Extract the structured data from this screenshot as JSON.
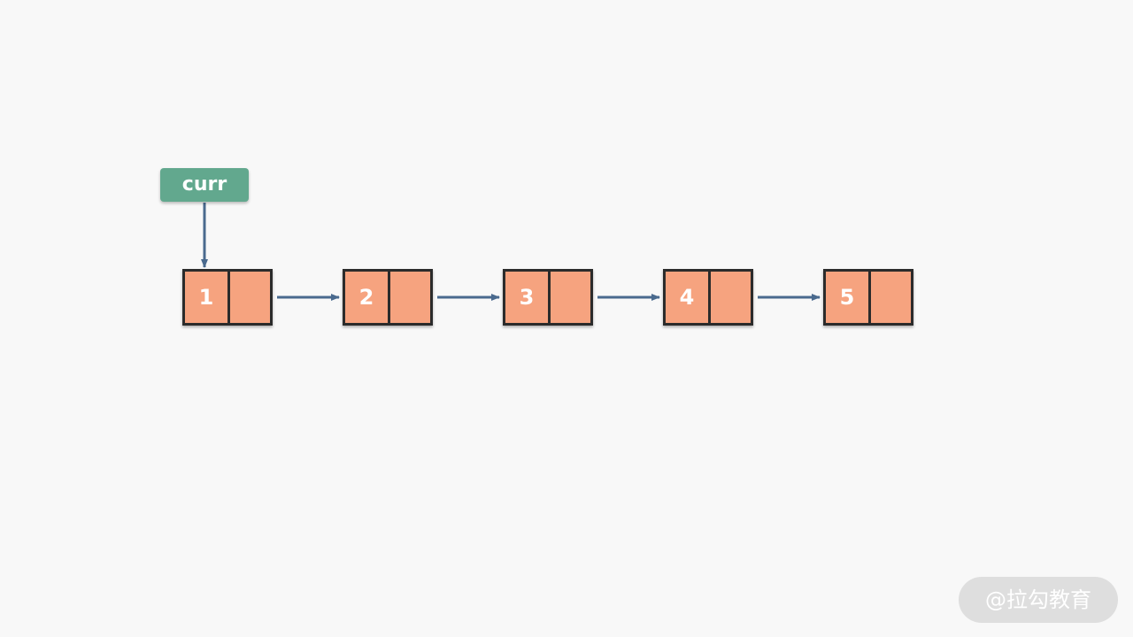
{
  "pointer": {
    "label": "curr",
    "target_index": 0
  },
  "nodes": [
    {
      "value": "1"
    },
    {
      "value": "2"
    },
    {
      "value": "3"
    },
    {
      "value": "4"
    },
    {
      "value": "5"
    }
  ],
  "watermark": "@拉勾教育",
  "colors": {
    "background": "#f8f8f8",
    "node_fill": "#f6a37f",
    "node_border": "#2b2b2b",
    "arrow": "#4a6a8e",
    "pointer_fill": "#62a88e"
  }
}
